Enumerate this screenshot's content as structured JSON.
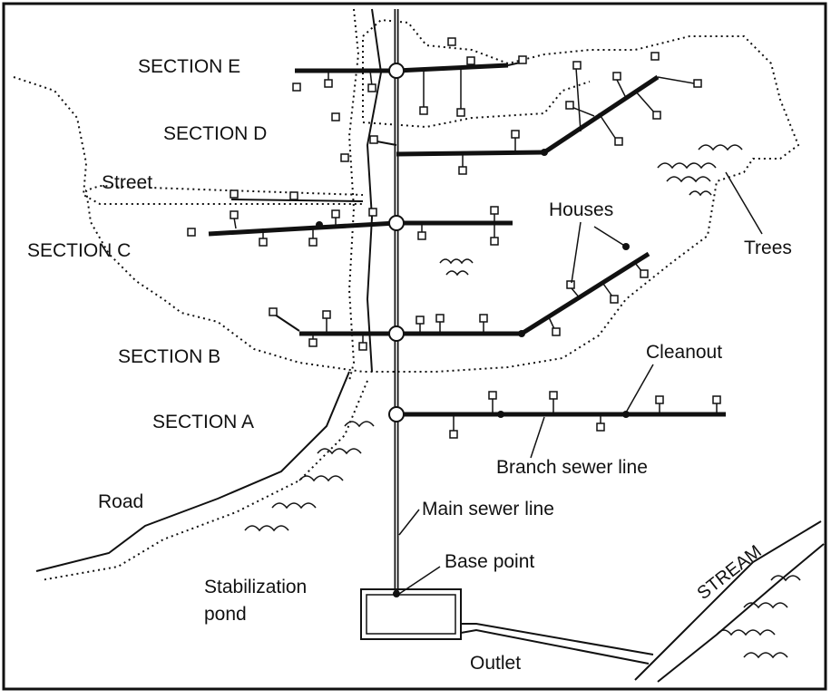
{
  "labels": {
    "section_e": "SECTION E",
    "section_d": "SECTION D",
    "section_c": "SECTION C",
    "section_b": "SECTION B",
    "section_a": "SECTION A",
    "street": "Street",
    "road": "Road",
    "houses": "Houses",
    "trees": "Trees",
    "cleanout": "Cleanout",
    "branch_sewer_line": "Branch sewer line",
    "main_sewer_line": "Main sewer line",
    "base_point": "Base point",
    "stabilization_pond_line1": "Stabilization",
    "stabilization_pond_line2": "pond",
    "outlet": "Outlet",
    "stream": "STREAM"
  },
  "colors": {
    "ink": "#111111",
    "background": "#ffffff"
  },
  "icons": {
    "house": "house-icon",
    "cleanout": "cleanout-icon",
    "manhole": "manhole-icon",
    "tree": "tree-icon"
  }
}
